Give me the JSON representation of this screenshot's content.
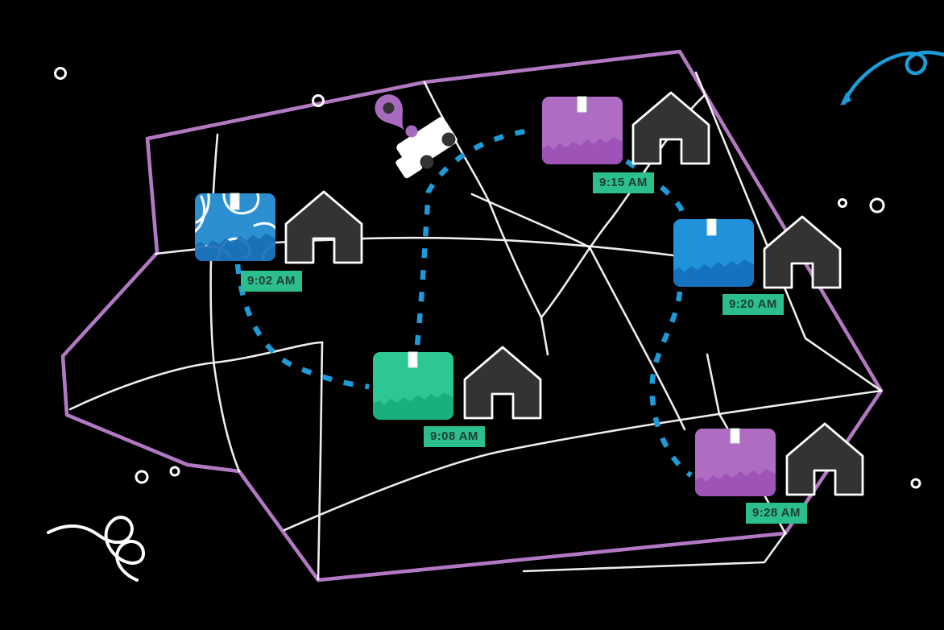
{
  "map": {
    "background_color": "#000000",
    "boundary_color": "#B279C2",
    "street_color": "#FFFFFF",
    "route_color": "#1D9BD8"
  },
  "badge": {
    "bg": "#2DBE8E",
    "text_color": "#1F3E37"
  },
  "stops": [
    {
      "time": "9:02 AM",
      "package_color": "#2B8FD0",
      "package_dark": "#1A6FB5",
      "pattern": "white-swirl-wrap"
    },
    {
      "time": "9:08 AM",
      "package_color": "#2DC795",
      "package_dark": "#18AE7E"
    },
    {
      "time": "9:15 AM",
      "package_color": "#AE6DC3",
      "package_dark": "#9C52B5"
    },
    {
      "time": "9:20 AM",
      "package_color": "#2191DB",
      "package_dark": "#1470BE"
    },
    {
      "time": "9:28 AM",
      "package_color": "#AE6DC3",
      "package_dark": "#9C52B5"
    }
  ],
  "houses": {
    "fill": "#333333",
    "outline": "#FFFFFF"
  },
  "vehicle": {
    "body_color": "#FFFFFF",
    "wheel_color": "#333333",
    "accent_color": "#A86ABF"
  },
  "pin": {
    "color": "#A86ABF",
    "center_color": "#333333"
  },
  "decorations": {
    "squiggle_blue": "#1C9CD9",
    "squiggle_white": "#FFFFFF",
    "ring_color": "#FFFFFF"
  }
}
